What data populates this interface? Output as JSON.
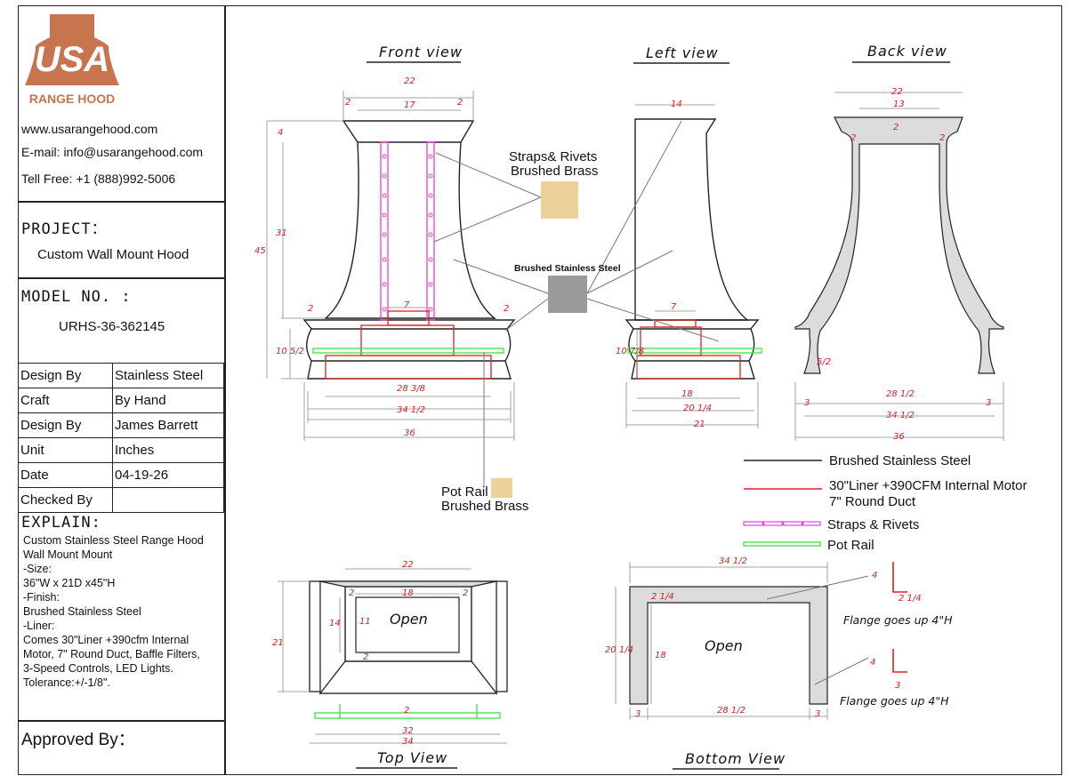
{
  "logo": {
    "brand": "USA",
    "sub": "RANGE HOOD",
    "color": "#c8744f"
  },
  "contact": {
    "website": "www.usarangehood.com",
    "email": "E-mail: info@usarangehood.com",
    "phone": "Tell Free: +1 (888)992-5006"
  },
  "project": {
    "heading": "PROJECT：",
    "value": "Custom Wall Mount Hood"
  },
  "model": {
    "heading": "MODEL NO. :",
    "value": "URHS-36-362145"
  },
  "info_rows": [
    {
      "key": "Design By",
      "value": "Stainless Steel"
    },
    {
      "key": "Craft",
      "value": "By Hand"
    },
    {
      "key": "Design By",
      "value": "James Barrett"
    },
    {
      "key": "Unit",
      "value": "Inches"
    },
    {
      "key": "Date",
      "value": "04-19-26"
    },
    {
      "key": "Checked By",
      "value": ""
    }
  ],
  "explain": {
    "heading": "EXPLAIN:",
    "lines": [
      "Custom Stainless Steel Range Hood",
      "Wall Mount Mount",
      "-Size:",
      "36\"W x 21D x45\"H",
      "-Finish:",
      "Brushed Stainless Steel",
      "-Liner:",
      "Comes 30\"Liner +390cfm Internal",
      "Motor, 7\" Round Duct, Baffle Filters,",
      "3-Speed Controls, LED Lights.",
      "Tolerance:+/-1/8\"."
    ]
  },
  "approved": "Approved By：",
  "views": {
    "front": "Front view",
    "left": "Left view",
    "back": "Back view",
    "top": "Top View",
    "bottom": "Bottom View"
  },
  "callouts": {
    "straps_line1": "Straps& Rivets",
    "straps_line2": "Brushed Brass",
    "bss": "Brushed Stainless Steel",
    "pot_line1": "Pot Rail",
    "pot_line2": "Brushed Brass",
    "open_top": "Open",
    "open_bottom": "Open",
    "flange1": "Flange goes up 4\"H",
    "flange2": "Flange goes up 4\"H"
  },
  "legend": {
    "steel": "Brushed Stainless Steel",
    "liner_line1": "30\"Liner +390CFM Internal Motor",
    "liner_line2": "7\" Round Duct",
    "straps": "Straps & Rivets",
    "rail": "Pot Rail"
  },
  "colors": {
    "brass": "#ecd19a",
    "steel": "#9a9a9a",
    "dimension": "#d02020",
    "liner": "#e02020",
    "straps": "#e040e0",
    "rail": "#40e040",
    "panel": "#dcdcdc"
  },
  "dims": {
    "front": {
      "w22": "22",
      "w17": "17",
      "s2a": "2",
      "s2b": "2",
      "h4": "4",
      "h31": "31",
      "h45": "45",
      "d2a": "2",
      "d2b": "2",
      "d7": "7",
      "h10": "10 5/2",
      "w28": "28 3/8",
      "w34": "34 1/2",
      "w36": "36"
    },
    "left": {
      "w14": "14",
      "d7": "7",
      "h10": "10 7/8",
      "w18": "18",
      "w20": "20 1/4",
      "w21": "21"
    },
    "back": {
      "w22": "22",
      "w13": "13",
      "d2a": "2",
      "d2b": "2",
      "d2c": "2",
      "h5": "5/2",
      "w28": "28 1/2",
      "d3a": "3",
      "d3b": "3",
      "w34": "34 1/2",
      "w36": "36"
    },
    "top": {
      "w22": "22",
      "w18": "18",
      "d2a": "2",
      "d2b": "2",
      "h14": "14",
      "h11": "11",
      "h21": "21",
      "d2c": "2",
      "d2d": "2",
      "w32": "32",
      "w34": "34"
    },
    "bottom": {
      "w34": "34 1/2",
      "d2": "2 1/4",
      "h20": "20 1/4",
      "h18": "18",
      "w28": "28 1/2",
      "d3a": "3",
      "d3b": "3",
      "f4a": "4",
      "f2": "2 1/4",
      "f4b": "4",
      "f3": "3"
    }
  }
}
